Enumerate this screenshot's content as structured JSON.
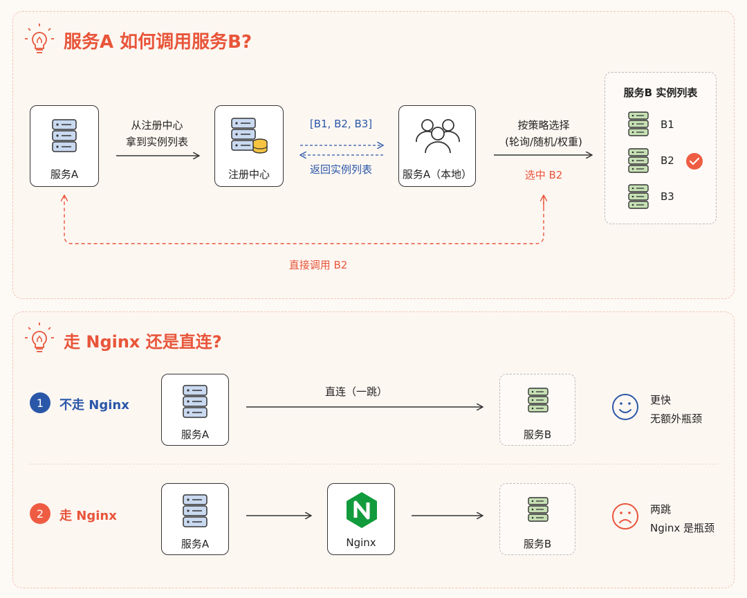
{
  "section1": {
    "title": "服务A 如何调用服务B?",
    "service_a": "服务A",
    "step1_line1": "从注册中心",
    "step1_line2": "拿到实例列表",
    "registry": "注册中心",
    "instances_top": "[B1, B2, B3]",
    "return_list": "返回实例列表",
    "service_a_local": "服务A（本地）",
    "strategy_line1": "按策略选择",
    "strategy_line2": "(轮询/随机/权重)",
    "select_b2": "选中 B2",
    "direct_call": "直接调用 B2",
    "list_title": "服务B 实例列表",
    "instances": [
      "B1",
      "B2",
      "B3"
    ]
  },
  "section2": {
    "title": "走 Nginx 还是直连?",
    "opt1_num": "1",
    "opt1_label": "不走 Nginx",
    "opt1_src": "服务A",
    "opt1_arrow": "直连（一跳）",
    "opt1_dst": "服务B",
    "opt1_note1": "更快",
    "opt1_note2": "无额外瓶颈",
    "opt2_num": "2",
    "opt2_label": "走 Nginx",
    "opt2_src": "服务A",
    "opt2_mid": "Nginx",
    "opt2_dst": "服务B",
    "opt2_note1": "两跳",
    "opt2_note2": "Nginx 是瓶颈"
  },
  "colors": {
    "accent": "#e8553a",
    "blue": "#2a57a8",
    "server_blue": "#c9d9f0",
    "server_green": "#c6e0b4",
    "nginx_green": "#119b3c"
  }
}
